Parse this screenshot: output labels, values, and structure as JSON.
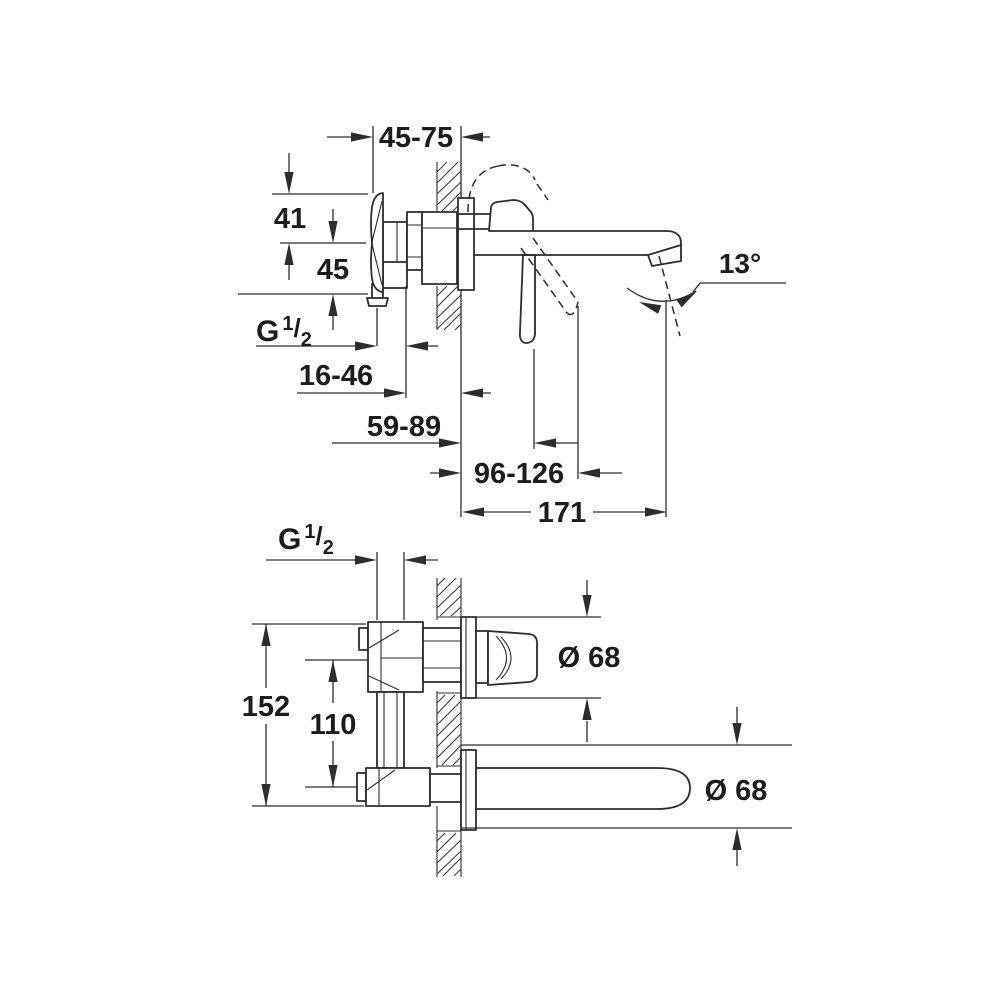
{
  "drawing": {
    "background": "#ffffff",
    "line_color": "#2d2d2d",
    "text_color": "#1c1c1c",
    "description": "Wall-mounted single-lever basin mixer installation dimension drawing, side view and front view",
    "side": {
      "depth": "45-75",
      "h41": "41",
      "h45": "45",
      "thread": {
        "g": "G",
        "sup": "1",
        "slash": "/",
        "sub": "2"
      },
      "inset": "16-46",
      "lever_reach": "59-89",
      "outlet_reach": "96-126",
      "projection": "171",
      "angle": "13°"
    },
    "front": {
      "thread": {
        "g": "G",
        "sup": "1",
        "slash": "/",
        "sub": "2"
      },
      "height": "152",
      "centers": "110",
      "dia_handle": "Ø 68",
      "dia_spout": "Ø 68"
    }
  }
}
